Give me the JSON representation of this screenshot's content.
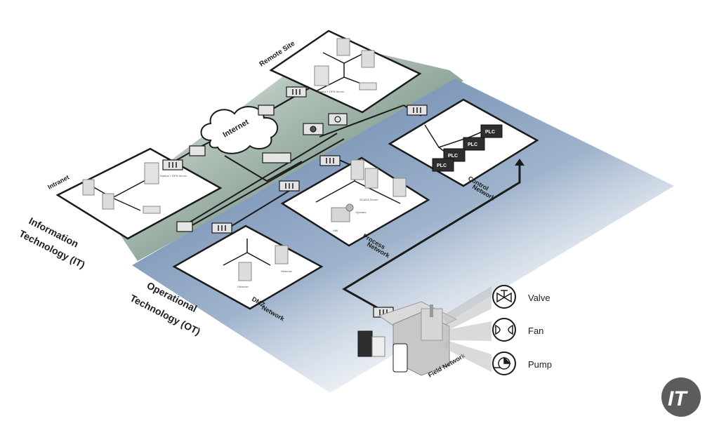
{
  "zones": {
    "it": {
      "line1": "Information",
      "line2": "Technology (IT)"
    },
    "ot": {
      "line1": "Operational",
      "line2": "Technology (OT)"
    }
  },
  "networks": {
    "remote_site": "Remote Site",
    "intranet": "Intranet",
    "internet": "Internet",
    "dmz": {
      "line1": "DMZ",
      "line2": "Network"
    },
    "process": {
      "line1": "Process",
      "line2": "Network"
    },
    "control": {
      "line1": "Control",
      "line2": "Network"
    },
    "field": "Field Network"
  },
  "plc_labels": [
    "PLC",
    "PLC",
    "PLC",
    "PLC"
  ],
  "server_labels": {
    "historian_1": "Historian",
    "historian_2": "Historian",
    "scada_server": "SCADA Server",
    "radius_server_intranet": "Radius + DPN Server",
    "radius_server_remote": "Radius + DPN Server",
    "operator": "Operator",
    "hmi": "HMI"
  },
  "field_devices": [
    {
      "label": "Valve",
      "icon": "valve-icon"
    },
    {
      "label": "Fan",
      "icon": "fan-icon"
    },
    {
      "label": "Pump",
      "icon": "pump-icon"
    }
  ],
  "logo": {
    "text": "IT"
  },
  "colors": {
    "it_zone": "#5d7e6e",
    "ot_zone": "#6f8cb2",
    "line": "#1b1b1b",
    "logo": "#5c5c5c"
  }
}
